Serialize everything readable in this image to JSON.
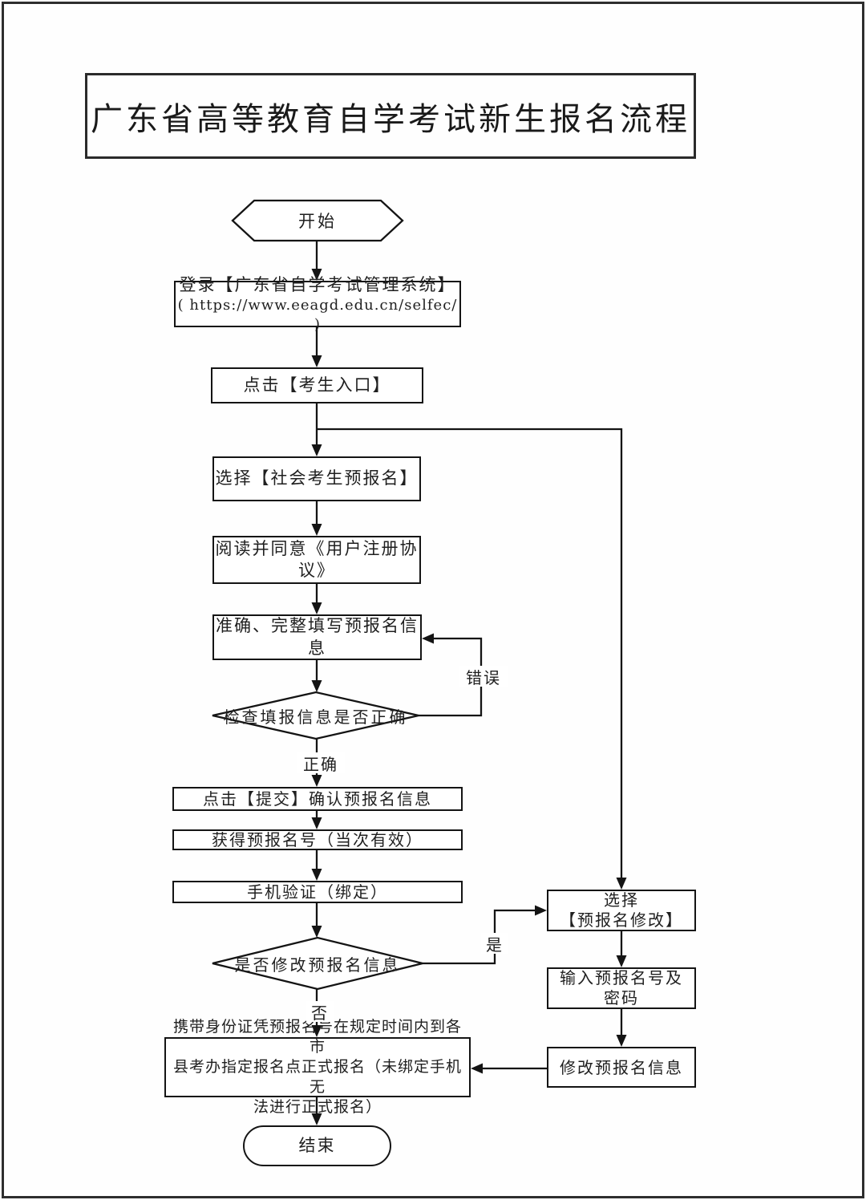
{
  "title": "广东省高等教育自学考试新生报名流程",
  "nodes": {
    "start": {
      "label": "开始"
    },
    "login": {
      "lines": [
        "登录【广东省自学考试管理系统】",
        "( https://www.eeagd.edu.cn/selfec/ )"
      ]
    },
    "entrance": {
      "label": "点击【考生入口】"
    },
    "choose_prereg": {
      "label": "选择【社会考生预报名】"
    },
    "agreement": {
      "label": "阅读并同意《用户注册协议》"
    },
    "fill_info": {
      "label": "准确、完整填写预报名信息"
    },
    "check_info": {
      "label": "检查填报信息是否正确"
    },
    "submit": {
      "label": "点击【提交】确认预报名信息"
    },
    "get_number": {
      "label": "获得预报名号（当次有效）"
    },
    "phone_verify": {
      "label": "手机验证（绑定）"
    },
    "modify_decision": {
      "label": "是否修改预报名信息"
    },
    "choose_modify": {
      "lines": [
        "选择",
        "【预报名修改】"
      ]
    },
    "input_number": {
      "lines": [
        "输入预报名号及",
        "密码"
      ]
    },
    "modify_info": {
      "label": "修改预报名信息"
    },
    "formal_register": {
      "lines": [
        "携带身份证凭预报名号在规定时间内到各市",
        "县考办指定报名点正式报名（未绑定手机无",
        "法进行正式报名）"
      ]
    },
    "end": {
      "label": "结束"
    }
  },
  "edge_labels": {
    "correct": "正确",
    "error": "错误",
    "yes": "是",
    "no": "否"
  },
  "colors": {
    "line": "#141414",
    "border": "#2e2e2e",
    "background": "#fefefe"
  }
}
